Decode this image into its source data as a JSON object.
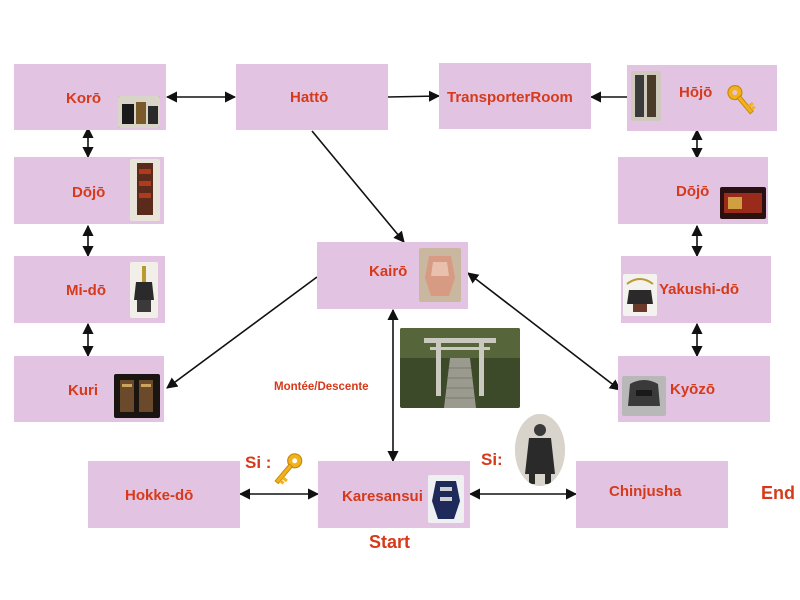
{
  "diagram": {
    "rooms": {
      "koro": "Korō",
      "hatto": "Hattō",
      "transporter": "TransporterRoom",
      "hojo": "Hōjō",
      "dojo_left": "Dōjō",
      "dojo_right": "Dōjō",
      "kairo": "Kairō",
      "mido": "Mi-dō",
      "yakushido": "Yakushi-dō",
      "kuri": "Kuri",
      "kyozo": "Kyōzō",
      "hokkedo": "Hokke-dō",
      "karesansui": "Karesansui",
      "chinjusha": "Chinjusha"
    },
    "edge_label_stairs": "Montée/Descente",
    "condition_key": "Si :",
    "condition_samurai": "Si:",
    "start_label": "Start",
    "end_label": "End"
  },
  "colors": {
    "node_fill": "#e2c3e2",
    "label_red": "#d63a1a",
    "key_gold": "#f2b21b",
    "arrow": "#111111"
  },
  "icons": {
    "key": "key-icon"
  }
}
